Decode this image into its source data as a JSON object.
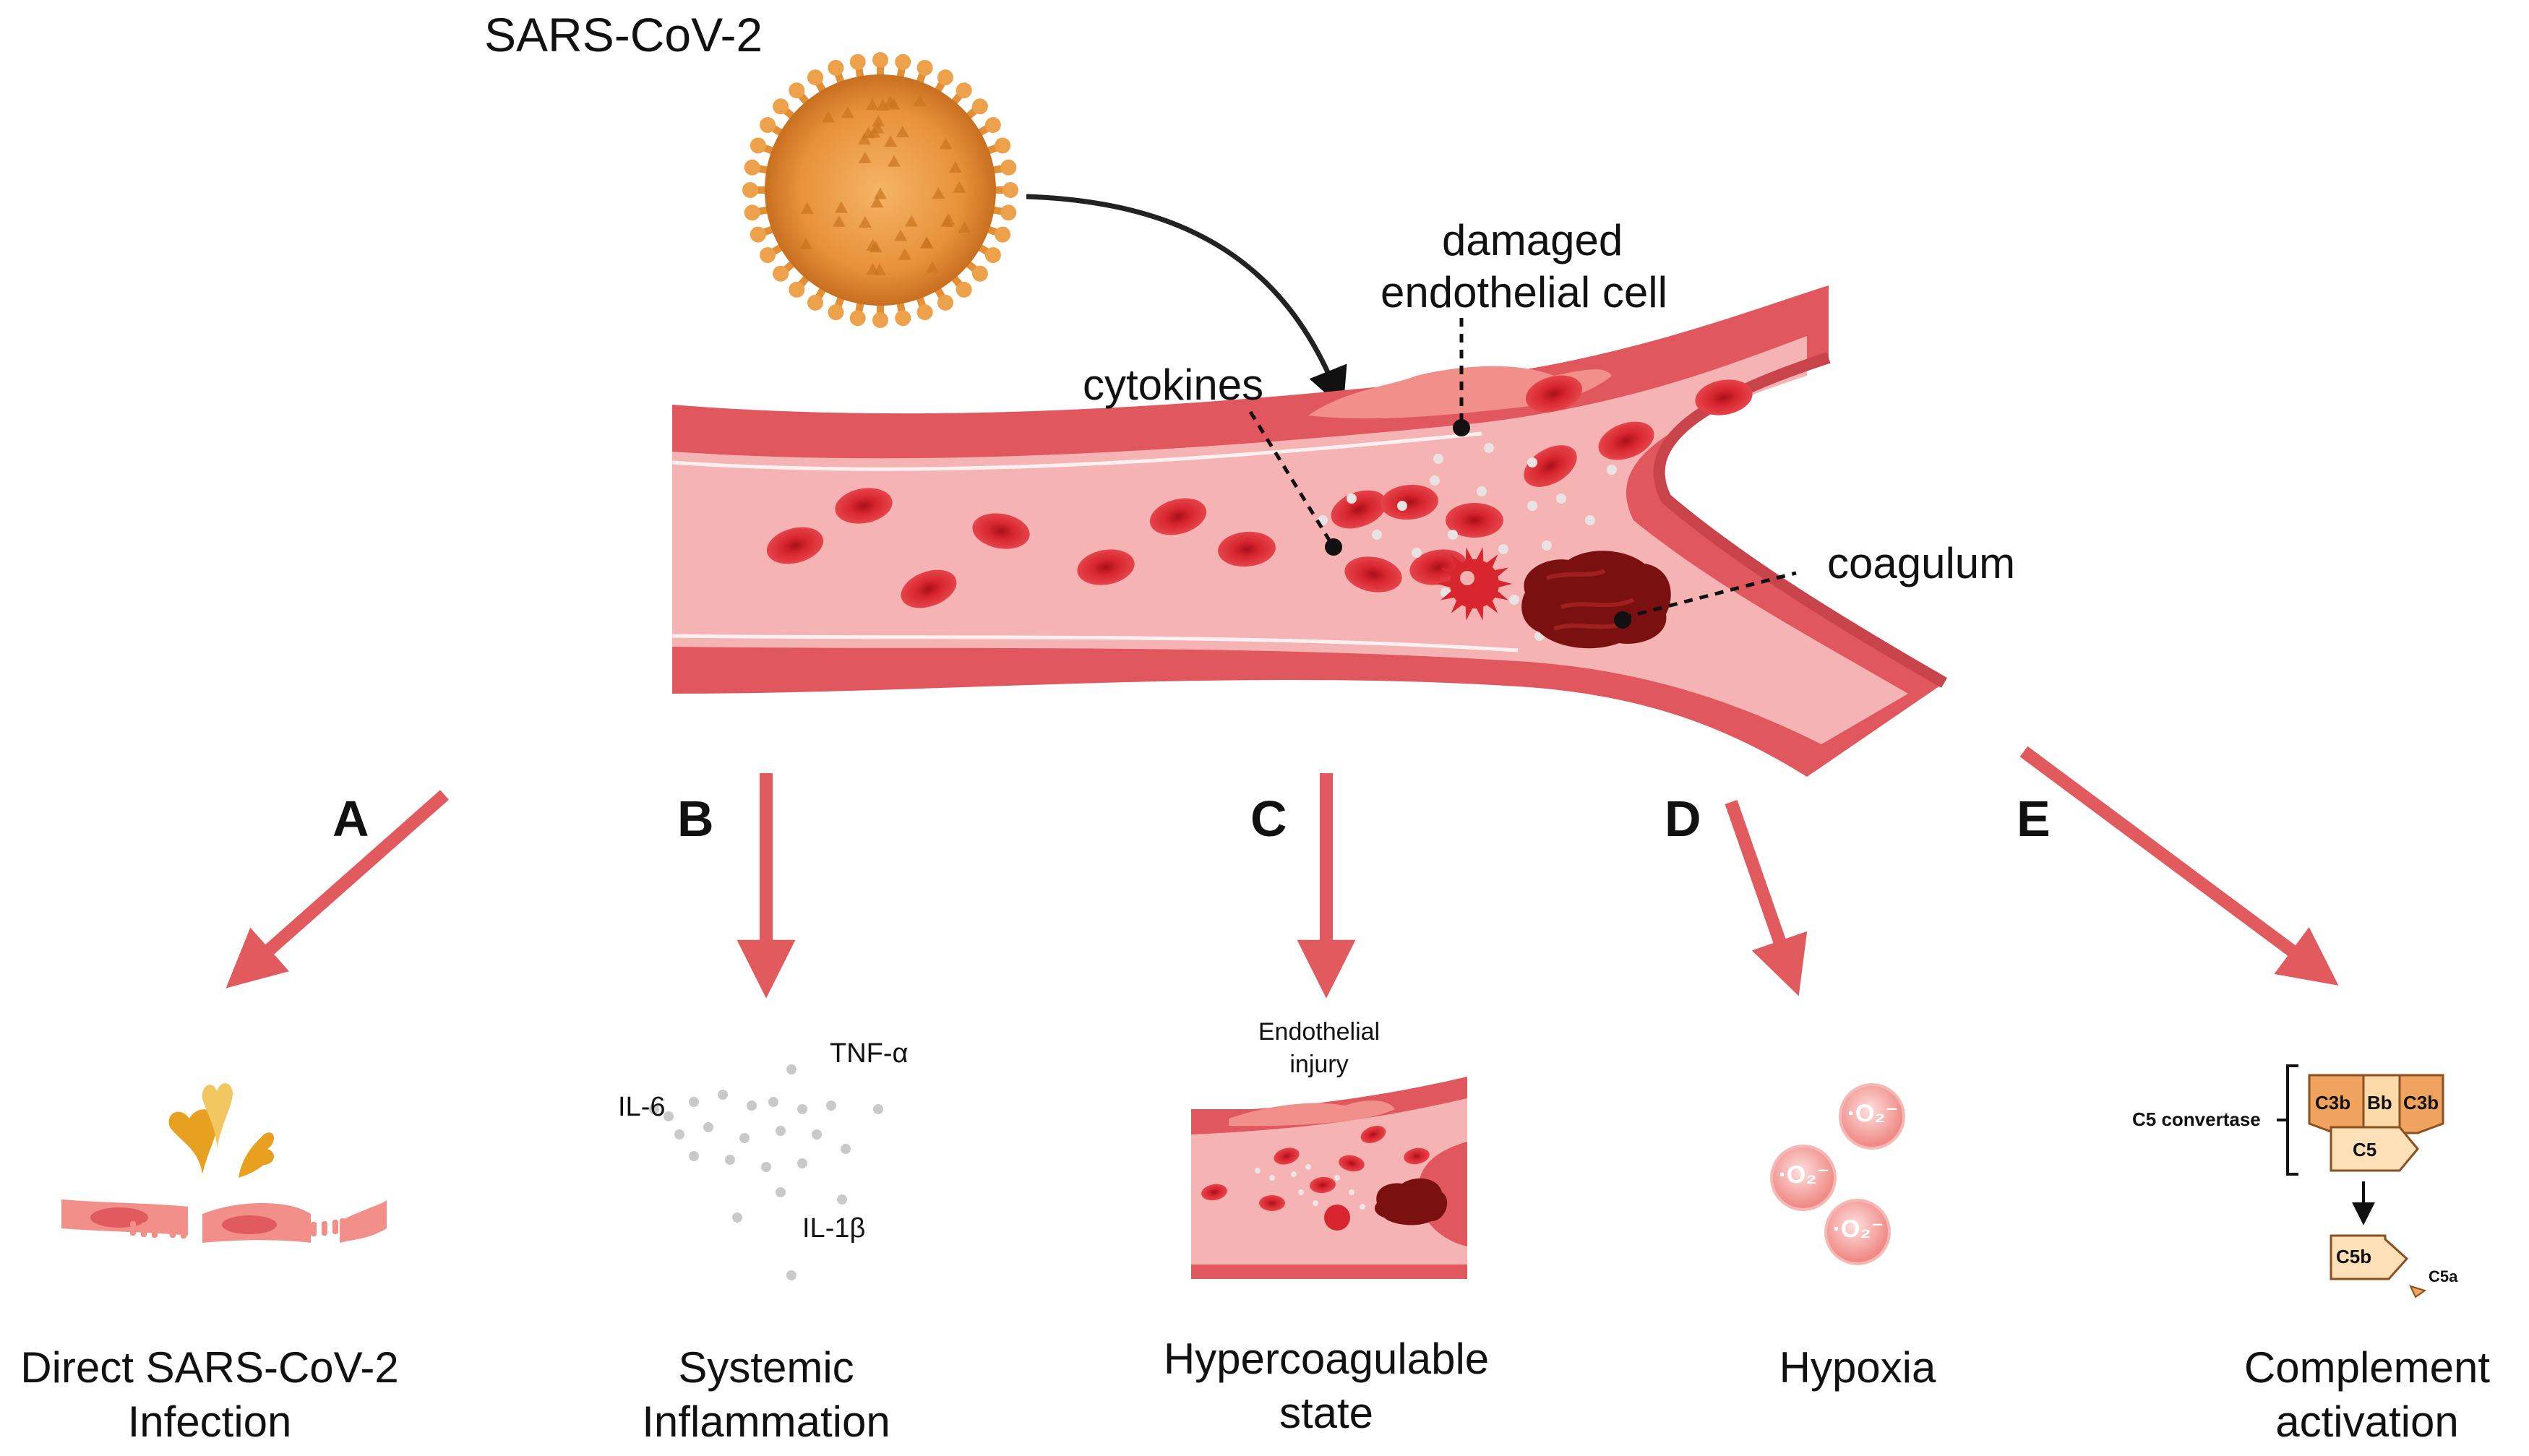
{
  "virus_label": "SARS-CoV-2",
  "callouts": {
    "damaged_cell_line1": "damaged",
    "damaged_cell_line2": "endothelial cell",
    "cytokines": "cytokines",
    "coagulum": "coagulum"
  },
  "panels": [
    {
      "letter": "A",
      "caption_line1": "Direct SARS-CoV-2",
      "caption_line2": "Infection"
    },
    {
      "letter": "B",
      "caption_line1": "Systemic",
      "caption_line2": "Inflammation"
    },
    {
      "letter": "C",
      "caption_line1": "Hypercoagulable",
      "caption_line2": "state"
    },
    {
      "letter": "D",
      "caption_line1": "Hypoxia",
      "caption_line2": ""
    },
    {
      "letter": "E",
      "caption_line1": "Complement",
      "caption_line2": "activation"
    }
  ],
  "inflammation_labels": {
    "tnf": "TNF-α",
    "il6": "IL-6",
    "il1b": "IL-1β"
  },
  "hypercoag_label_line1": "Endothelial",
  "hypercoag_label_line2": "injury",
  "hypoxia_symbol": "·O₂⁻",
  "complement": {
    "convertase_label": "C5 convertase",
    "c3b": "C3b",
    "bb": "Bb",
    "c5": "C5",
    "c5b": "C5b",
    "c5a": "C5a"
  },
  "colors": {
    "vessel_wall": "#e0575e",
    "vessel_lumen": "#f6b3b3",
    "rbc": "#d8262f",
    "arrow": "#e05a5e",
    "virus": "#e89a3c",
    "clot": "#7a1010",
    "complement": "#f0a35e"
  }
}
